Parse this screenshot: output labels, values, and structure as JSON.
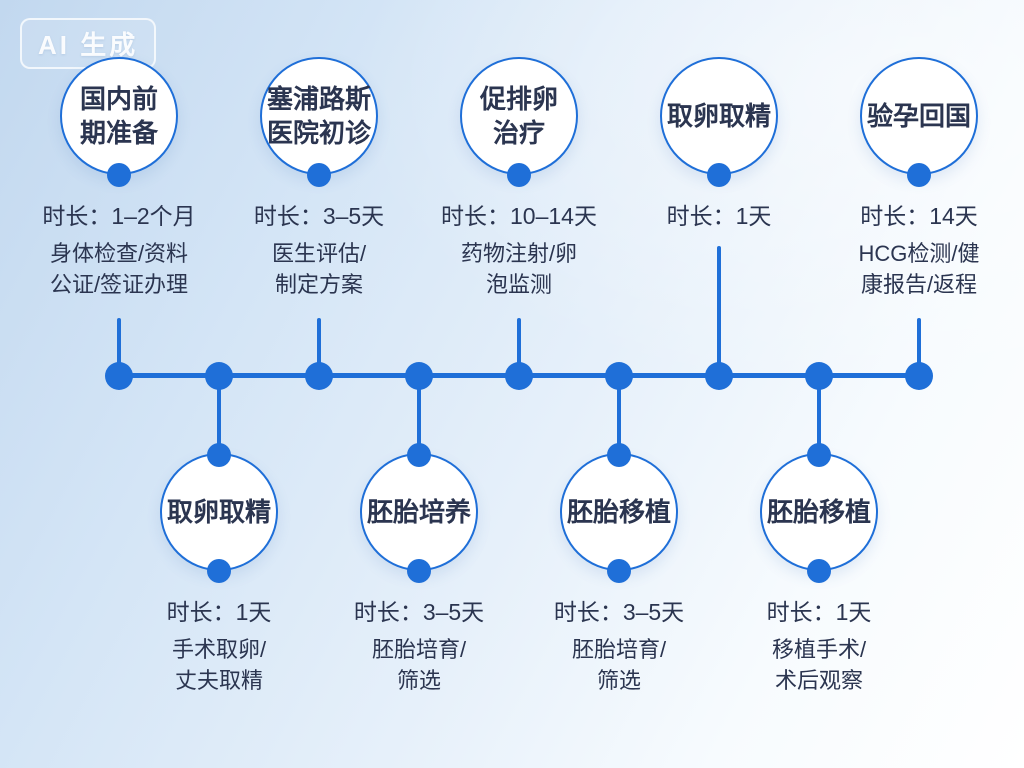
{
  "badge": {
    "label": "AI 生成"
  },
  "colors": {
    "accent": "#1f6fd8",
    "text": "#2b3550"
  },
  "stages_top": [
    {
      "title": "国内前\n期准备",
      "duration": "时长：1–2个月",
      "desc": "身体检查/资料\n公证/签证办理"
    },
    {
      "title": "塞浦路斯\n医院初诊",
      "duration": "时长：3–5天",
      "desc": "医生评估/\n制定方案"
    },
    {
      "title": "促排卵\n治疗",
      "duration": "时长：10–14天",
      "desc": "药物注射/卵\n泡监测"
    },
    {
      "title": "取卵取精",
      "duration": "时长：1天",
      "desc": ""
    },
    {
      "title": "验孕回国",
      "duration": "时长：14天",
      "desc": "HCG检测/健\n康报告/返程"
    }
  ],
  "stages_bottom": [
    {
      "title": "取卵取精",
      "duration": "时长：1天",
      "desc": "手术取卵/\n丈夫取精"
    },
    {
      "title": "胚胎培养",
      "duration": "时长：3–5天",
      "desc": "胚胎培育/\n筛选"
    },
    {
      "title": "胚胎移植",
      "duration": "时长：3–5天",
      "desc": "胚胎培育/\n筛选"
    },
    {
      "title": "胚胎移植",
      "duration": "时长：1天",
      "desc": "移植手术/\n术后观察"
    }
  ]
}
